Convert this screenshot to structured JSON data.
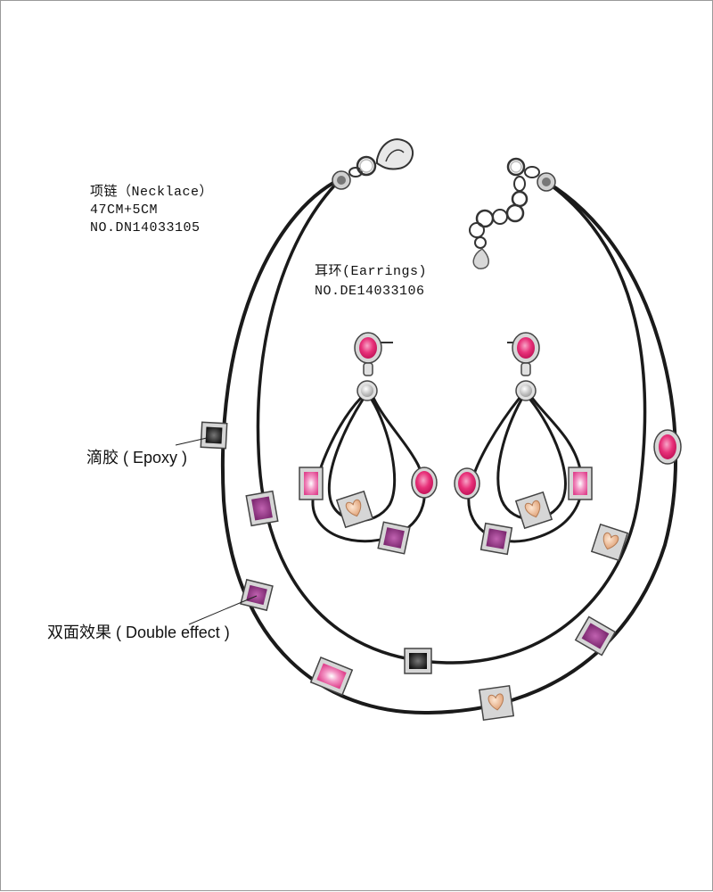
{
  "necklace": {
    "name": "项链（Necklace）",
    "length": "47CM+5CM",
    "number": "NO.DN14033105"
  },
  "earrings": {
    "name": "耳环(Earrings)",
    "number": "NO.DE14033106"
  },
  "callouts": {
    "epoxy": "滴胶 ( Epoxy )",
    "double_effect": "双面效果 ( Double effect )"
  },
  "colors": {
    "cord": "#1a1a1a",
    "metal": "#b9b9b9",
    "pink_gem": "#e8327a",
    "purple_tile": "#9a3a8c",
    "light_pink_tile": "#f07ab8",
    "epoxy_dark": "#2a2a2a",
    "heart": "#e8b28a"
  },
  "icons": [
    "lobster-clasp-icon",
    "extension-chain-icon",
    "heart-tile-icon",
    "oval-gem-icon"
  ]
}
